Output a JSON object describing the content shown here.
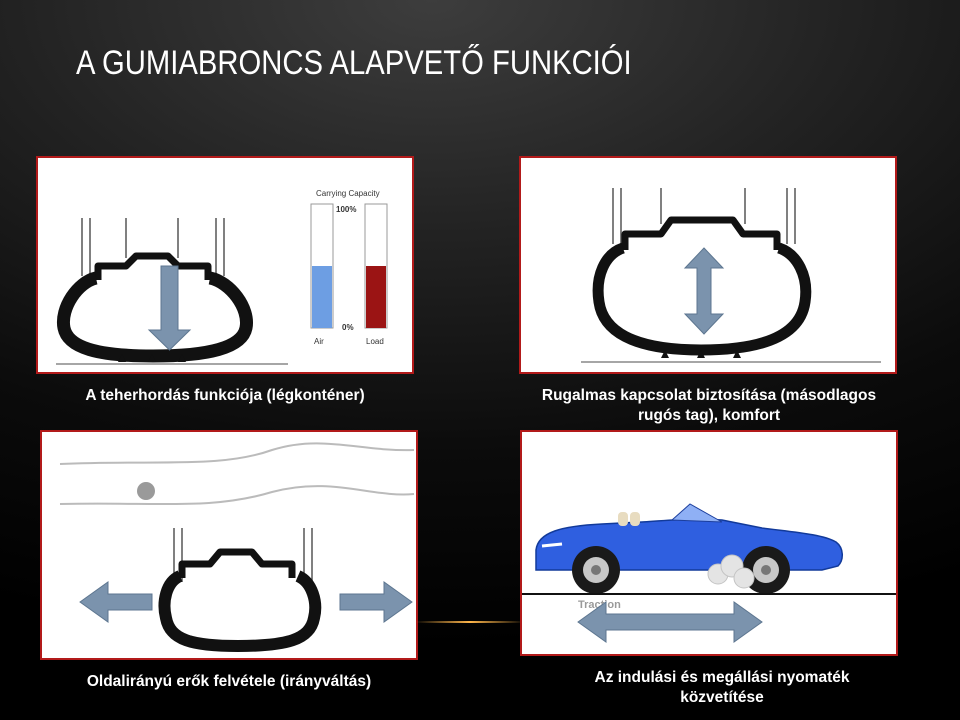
{
  "slide": {
    "title": "A GUMIABRONCS ALAPVETŐ FUNKCIÓI"
  },
  "panels": [
    {
      "caption": "A teherhordás funkciója (légkonténer)",
      "gauge": {
        "title": "Carrying Capacity",
        "top_label": "100%",
        "bottom_label": "0%",
        "bar_labels": [
          "Air",
          "Load"
        ],
        "levels_percent": [
          50,
          50
        ],
        "colors": [
          "#6d9ee3",
          "#9b1414"
        ]
      }
    },
    {
      "caption_line1": "Rugalmas kapcsolat biztosítása (másodlagos",
      "caption_line2": "rugós tag), komfort"
    },
    {
      "caption": "Oldalirányú erők felvétele (irányváltás)"
    },
    {
      "caption_line1": "Az indulási és megállási nyomaték",
      "caption_line2": "közvetítése",
      "ground_label": "Traction"
    }
  ],
  "colors": {
    "panel_border": "#b21a1a",
    "arrow": "#7b93ad",
    "car_body": "#2f5fe0"
  }
}
